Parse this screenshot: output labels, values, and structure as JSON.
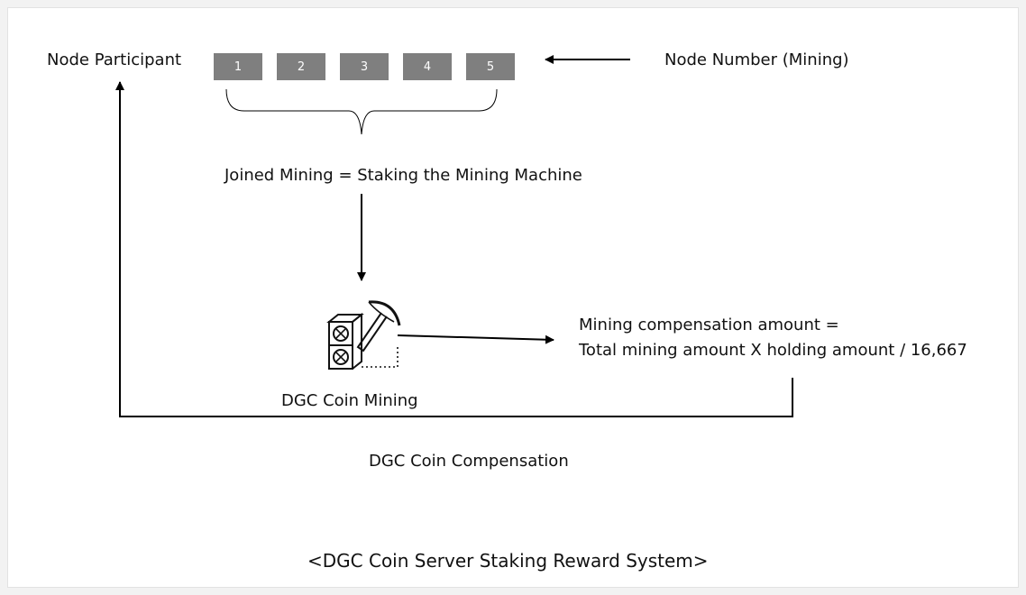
{
  "labels": {
    "node_participant": "Node Participant",
    "node_number": "Node Number (Mining)",
    "joined_mining": "Joined Mining = Staking the Mining Machine",
    "coin_mining": "DGC Coin Mining",
    "compensation_line1": "Mining compensation amount =",
    "compensation_line2": "Total mining amount X holding amount / 16,667",
    "coin_compensation": "DGC Coin Compensation",
    "caption": "<DGC Coin Server Staking Reward System>"
  },
  "nodes": [
    {
      "label": "1"
    },
    {
      "label": "2"
    },
    {
      "label": "3"
    },
    {
      "label": "4"
    },
    {
      "label": "5"
    }
  ],
  "icons": {
    "mining": "mining-machine-pickaxe-icon"
  },
  "colors": {
    "node_fill": "#7f7f7f",
    "line": "#000000",
    "background": "#ffffff"
  }
}
